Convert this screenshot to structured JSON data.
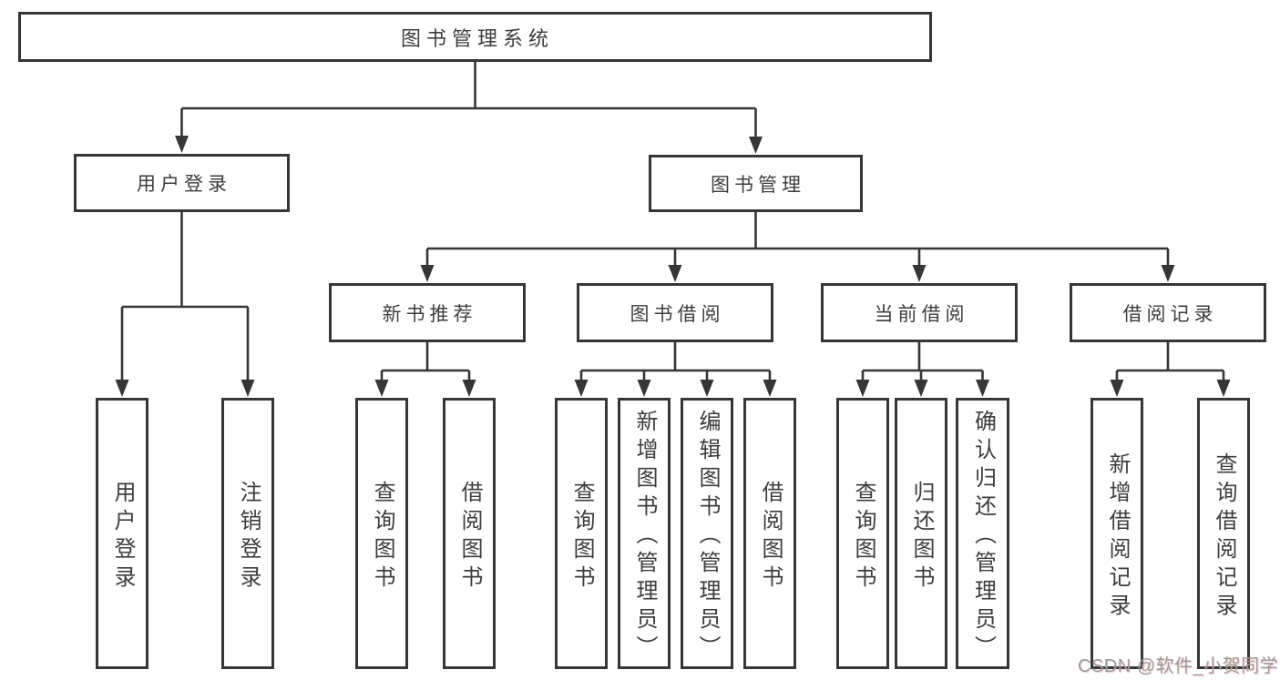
{
  "page": {
    "background_color": "#ffffff",
    "line_color": "#363636",
    "box_border_color": "#363636",
    "text_color": "#3d3d3d"
  },
  "tree": {
    "root": {
      "label": "图书管理系统"
    },
    "branches": [
      {
        "label": "用户登录",
        "children": [
          {
            "label": "用户登录"
          },
          {
            "label": "注销登录"
          }
        ]
      },
      {
        "label": "图书管理",
        "children": [
          {
            "label": "新书推荐",
            "children": [
              {
                "label": "查询图书"
              },
              {
                "label": "借阅图书"
              }
            ]
          },
          {
            "label": "图书借阅",
            "children": [
              {
                "label": "查询图书"
              },
              {
                "label": "新增图书（管理员）"
              },
              {
                "label": "编辑图书（管理员）"
              },
              {
                "label": "借阅图书"
              }
            ]
          },
          {
            "label": "当前借阅",
            "children": [
              {
                "label": "查询图书"
              },
              {
                "label": "归还图书"
              },
              {
                "label": "确认归还（管理员）"
              }
            ]
          },
          {
            "label": "借阅记录",
            "children": [
              {
                "label": "新增借阅记录"
              },
              {
                "label": "查询借阅记录"
              }
            ]
          }
        ]
      }
    ]
  },
  "watermark": {
    "text": "CSDN @软件_小贺同学",
    "color": "#9b9b9f"
  }
}
